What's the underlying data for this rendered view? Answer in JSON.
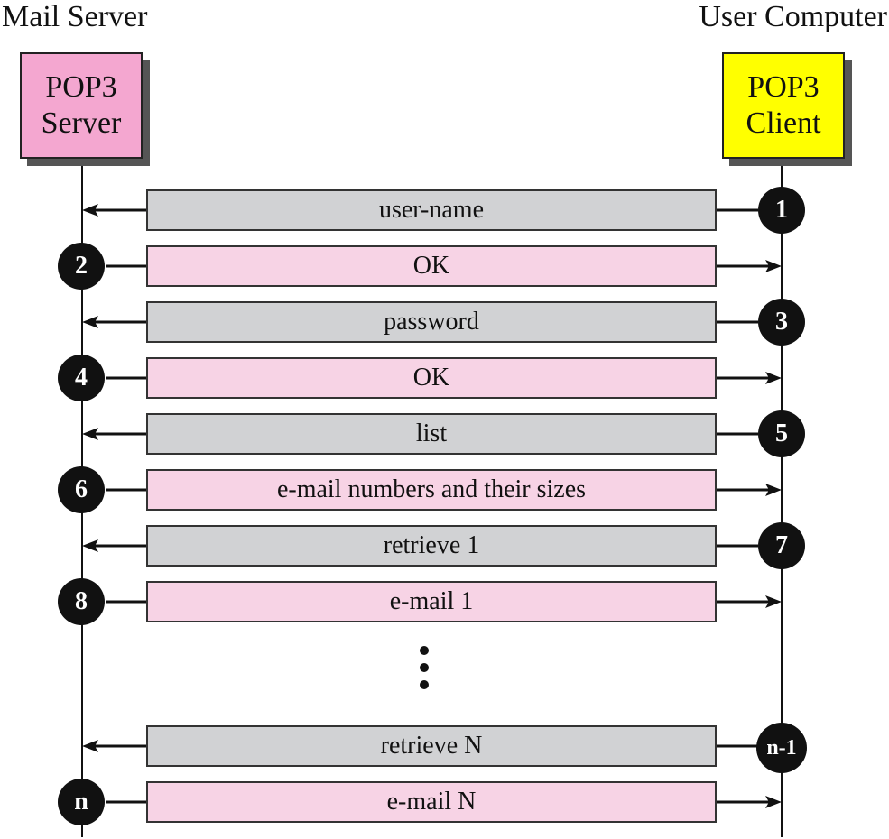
{
  "left_entity": {
    "title": "Mail Server",
    "box_lines": [
      "POP3",
      "Server"
    ],
    "color": "#f4a7d0"
  },
  "right_entity": {
    "title": "User Computer",
    "box_lines": [
      "POP3",
      "Client"
    ],
    "color": "#ffff00"
  },
  "messages": [
    {
      "step": "1",
      "text": "user-name",
      "direction": "to-server"
    },
    {
      "step": "2",
      "text": "OK",
      "direction": "to-client"
    },
    {
      "step": "3",
      "text": "password",
      "direction": "to-server"
    },
    {
      "step": "4",
      "text": "OK",
      "direction": "to-client"
    },
    {
      "step": "5",
      "text": "list",
      "direction": "to-server"
    },
    {
      "step": "6",
      "text": "e-mail numbers and their sizes",
      "direction": "to-client"
    },
    {
      "step": "7",
      "text": "retrieve 1",
      "direction": "to-server"
    },
    {
      "step": "8",
      "text": "e-mail 1",
      "direction": "to-client"
    },
    {
      "step": "n-1",
      "text": "retrieve N",
      "direction": "to-server"
    },
    {
      "step": "n",
      "text": "e-mail N",
      "direction": "to-client"
    }
  ],
  "colors": {
    "client_message": "#d1d2d4",
    "server_message": "#f7d3e5",
    "step_circle": "#111111"
  }
}
